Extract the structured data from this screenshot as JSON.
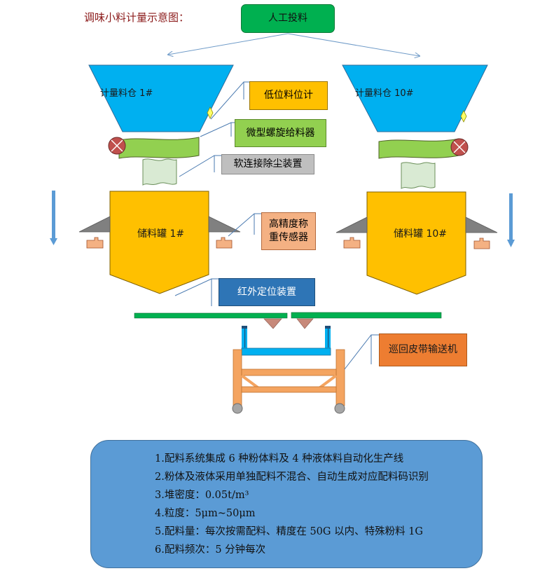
{
  "title": "调味小料计量示意图：",
  "boxes": {
    "manual_feed": "人工投料",
    "low_level": "低位料位计",
    "micro_feeder": "微型螺旋给料器",
    "dust_remover": "软连接除尘装置",
    "weigh_sensor_line1": "高精度称",
    "weigh_sensor_line2": "重传感器",
    "infrared": "红外定位装置",
    "belt": "巡回皮带输送机"
  },
  "labels": {
    "bin_left": "计量料仓 1#",
    "bin_right": "计量料仓 10#",
    "tank_left": "储料罐 1#",
    "tank_right": "储料罐 10#"
  },
  "notes": [
    "1.配料系统集成 6 种粉体料及 4 种液体料自动化生产线",
    "2.粉体及液体采用单独配料不混合、自动生成对应配料码识别",
    "3.堆密度：0.05t/m³",
    "4.粒度：5μm~50μm",
    "5.配料量：每次按需配料、精度在 50G 以内、特殊粉料 1G",
    "6.配料频次：5 分钟每次"
  ],
  "colors": {
    "bin": "#00b0f0",
    "tank": "#ffc000",
    "screw": "#92d050",
    "valve": "#c0504d",
    "conveyor": "#00b050",
    "cart_frame": "#f4a460",
    "cart_wheel": "#a6a6a6",
    "arrow_blue": "#5b9bd5",
    "panel": "#5b9bd5"
  }
}
